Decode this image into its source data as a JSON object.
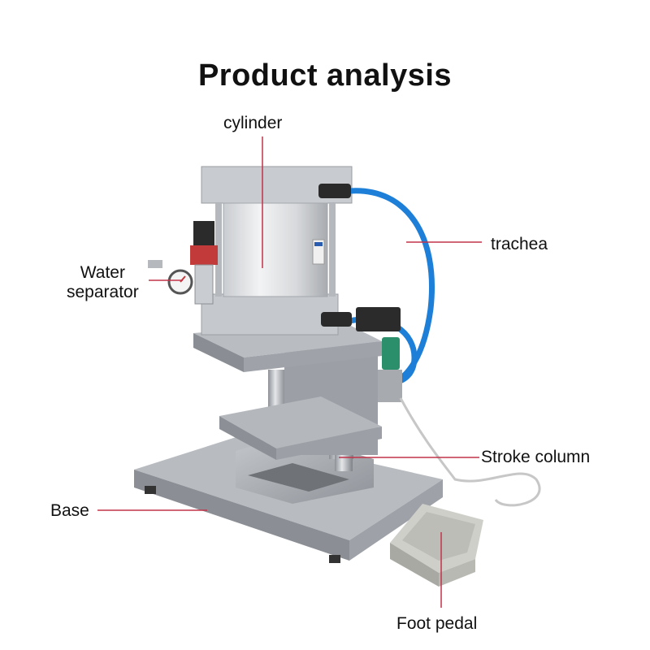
{
  "title": "Product analysis",
  "labels": {
    "cylinder": "cylinder",
    "trachea": "trachea",
    "water_line1": "Water",
    "water_line2": "separator",
    "stroke_column": "Stroke column",
    "base": "Base",
    "foot_pedal": "Foot pedal"
  },
  "colors": {
    "leader_line": "#c2334a",
    "metal": "#a9adb2",
    "tube": "#1d7fd8",
    "pedal": "#c9c9c4"
  }
}
